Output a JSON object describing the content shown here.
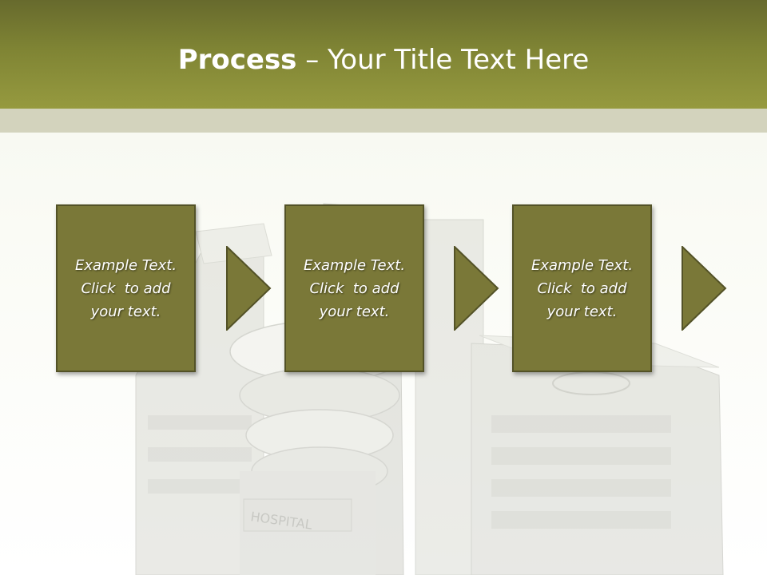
{
  "title": {
    "bold": "Process",
    "rest": " – Your Title Text Here"
  },
  "steps": [
    {
      "line1": "Example Text.",
      "line2": "Click  to add",
      "line3": "your text."
    },
    {
      "line1": "Example Text.",
      "line2": "Click  to add",
      "line3": "your text."
    },
    {
      "line1": "Example Text.",
      "line2": "Click  to add",
      "line3": "your text."
    }
  ],
  "building_sign": "HOSPITAL",
  "colors": {
    "header": "#7f8434",
    "band": "#d3d3bd",
    "box_fill": "#7a7838",
    "box_border": "#535227"
  }
}
